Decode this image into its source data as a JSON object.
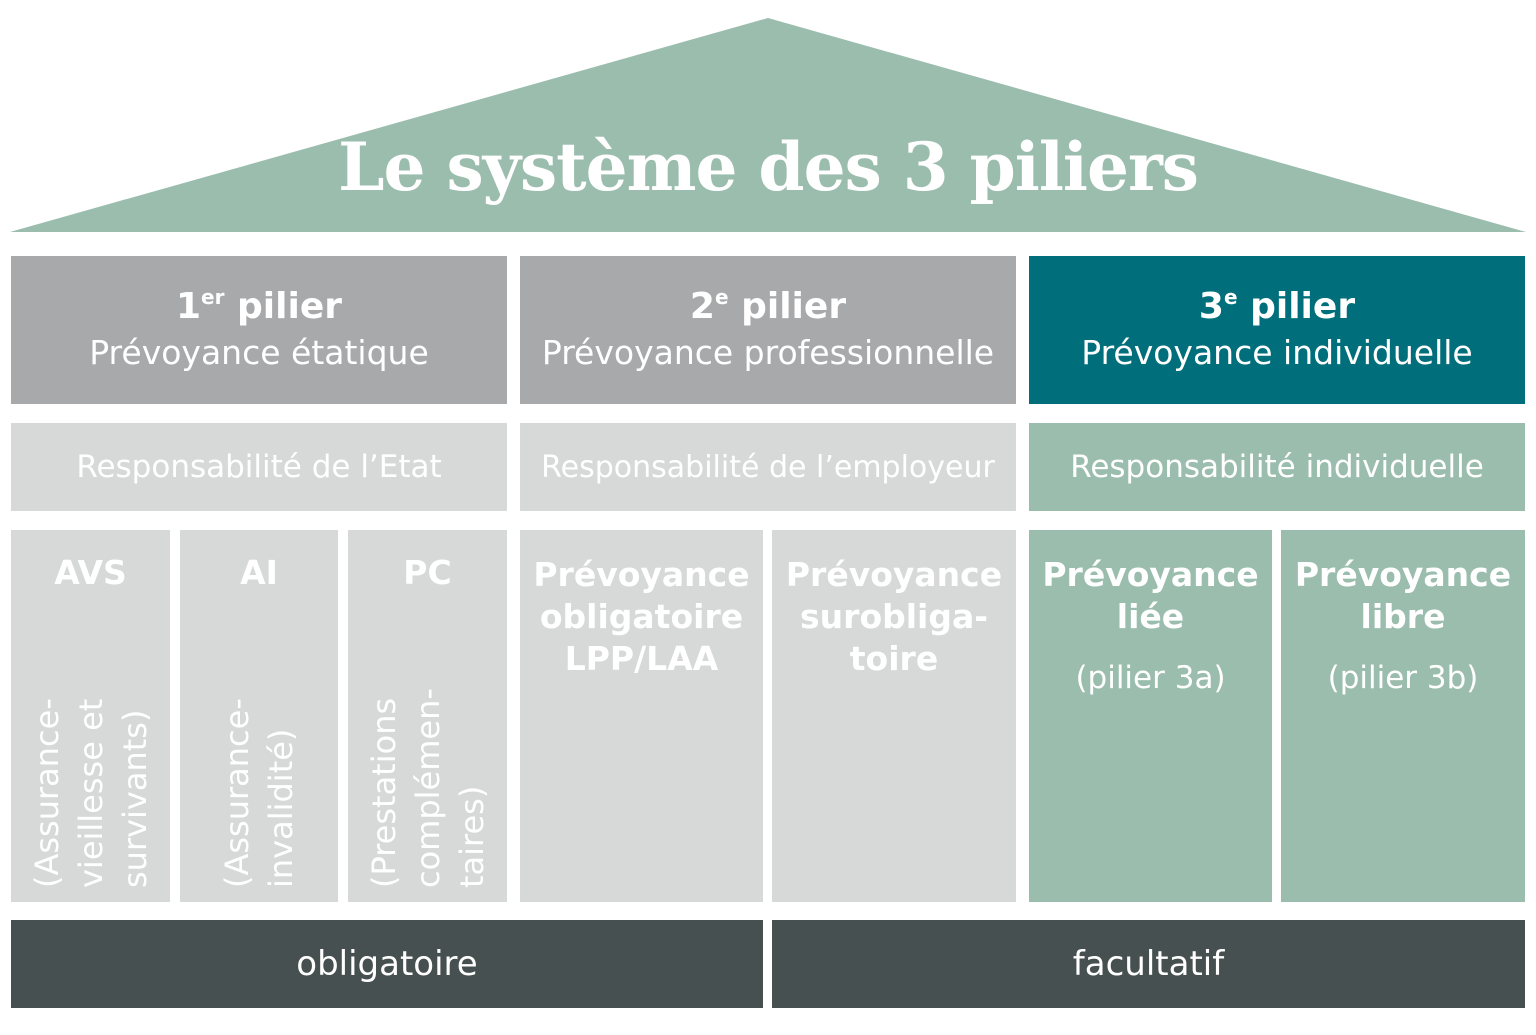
{
  "title": "Le système des 3 piliers",
  "colors": {
    "roof": "#9bbdae",
    "grey_dark": "#a8a9aa",
    "teal_dark": "#006f7b",
    "grey_light": "#d7d8d8",
    "green_light": "#9bbdae",
    "footer": "#475050"
  },
  "pillars": [
    {
      "num": "1",
      "sup": "er",
      "word": "pilier",
      "subtitle": "Prévoyance étatique",
      "responsibility": "Responsabilité de l’Etat"
    },
    {
      "num": "2",
      "sup": "e",
      "word": "pilier",
      "subtitle": "Prévoyance professionnelle",
      "responsibility": "Responsabilité de l’employeur"
    },
    {
      "num": "3",
      "sup": "e",
      "word": "pilier",
      "subtitle": "Prévoyance individuelle",
      "responsibility": "Responsabilité individuelle"
    }
  ],
  "columns": {
    "avs": {
      "title": "AVS",
      "vertical": "(Assurance-\nvieillesse et\nsurvivants)"
    },
    "ai": {
      "title": "AI",
      "vertical": "(Assurance-\ninvalidité)"
    },
    "pc": {
      "title": "PC",
      "vertical": "(Prestations\ncomplémen-\ntaires)"
    },
    "lpp": {
      "title_lines": [
        "Prévoyance",
        "obligatoire",
        "LPP/LAA"
      ]
    },
    "suro": {
      "title_lines": [
        "Prévoyance",
        "surobliga-",
        "toire"
      ]
    },
    "liee": {
      "title_lines": [
        "Prévoyance",
        "liée"
      ],
      "note": "(pilier 3a)"
    },
    "libre": {
      "title_lines": [
        "Prévoyance",
        "libre"
      ],
      "note": "(pilier 3b)"
    }
  },
  "footer": {
    "left": "obligatoire",
    "right": "facultatif"
  }
}
